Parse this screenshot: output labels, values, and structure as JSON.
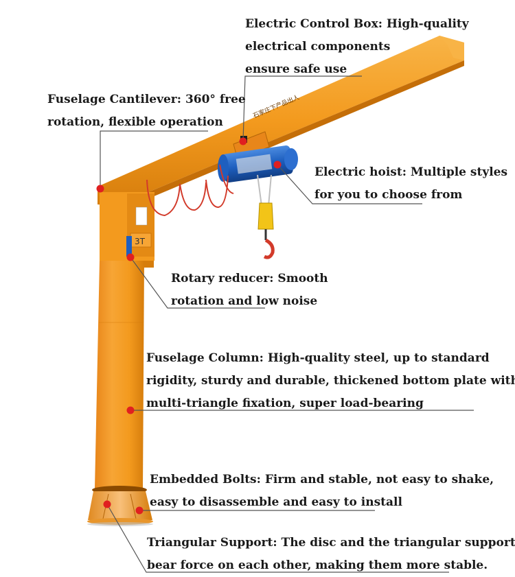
{
  "product": {
    "name": "Pillar jib crane",
    "capacity_plate": "3T",
    "beam_slogan": "石家庄下产品出人"
  },
  "colors": {
    "crane_orange": "#f39a1e",
    "crane_shadow": "#d67d0c",
    "crane_highlight": "#f8b447",
    "hoist_blue": "#1e5fbf",
    "cable_red": "#d23a2a",
    "marker_red": "#e02020",
    "hook_yellow": "#f2c418",
    "leader_line": "#555555"
  },
  "callouts": [
    {
      "id": "electric-control-box",
      "lines": [
        "Electric Control Box:  High-quality",
        "electrical components",
        "ensure safe use"
      ]
    },
    {
      "id": "fuselage-cantilever",
      "lines": [
        "Fuselage Cantilever:  360° free",
        "rotation, flexible operation"
      ]
    },
    {
      "id": "electric-hoist",
      "lines": [
        "Electric hoist:  Multiple styles",
        "for you to choose from"
      ]
    },
    {
      "id": "rotary-reducer",
      "lines": [
        "Rotary reducer:  Smooth",
        "rotation and low noise"
      ]
    },
    {
      "id": "fuselage-column",
      "lines": [
        "Fuselage Column:  High-quality steel, up to standard",
        "rigidity, sturdy and durable, thickened bottom plate with",
        "multi-triangle fixation, super load-bearing"
      ]
    },
    {
      "id": "embedded-bolts",
      "lines": [
        "Embedded Bolts:  Firm and stable, not easy to shake,",
        "easy to disassemble and easy to install"
      ]
    },
    {
      "id": "triangular-support",
      "lines": [
        "Triangular Support:  The disc and the triangular support",
        "bear force on each other, making them more stable."
      ]
    }
  ]
}
